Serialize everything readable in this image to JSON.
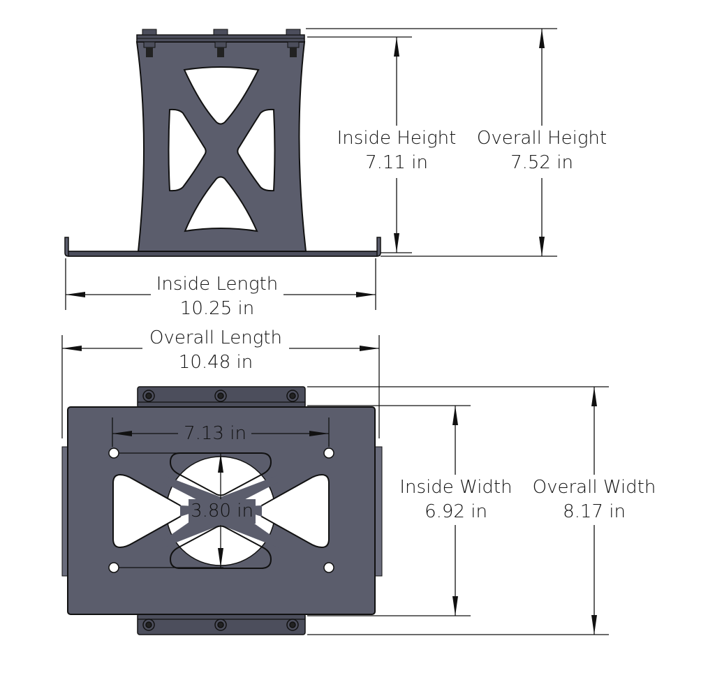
{
  "colors": {
    "plate": "#5b5d6c",
    "plate_dark": "#4c4e5c",
    "outline": "#111111",
    "dim_line": "#111111",
    "background": "#ffffff"
  },
  "side_view": {
    "inside_height": {
      "label": "Inside Height",
      "value": "7.11 in"
    },
    "overall_height": {
      "label": "Overall Height",
      "value": "7.52 in"
    },
    "inside_length": {
      "label": "Inside Length",
      "value": "10.25 in"
    }
  },
  "top_view": {
    "overall_length": {
      "label": "Overall Length",
      "value": "10.48 in"
    },
    "hole_spacing_horizontal": {
      "value": "7.13 in"
    },
    "hole_spacing_vertical": {
      "value": "3.80 in"
    },
    "inside_width": {
      "label": "Inside Width",
      "value": "6.92 in"
    },
    "overall_width": {
      "label": "Overall Width",
      "value": "8.17 in"
    }
  }
}
